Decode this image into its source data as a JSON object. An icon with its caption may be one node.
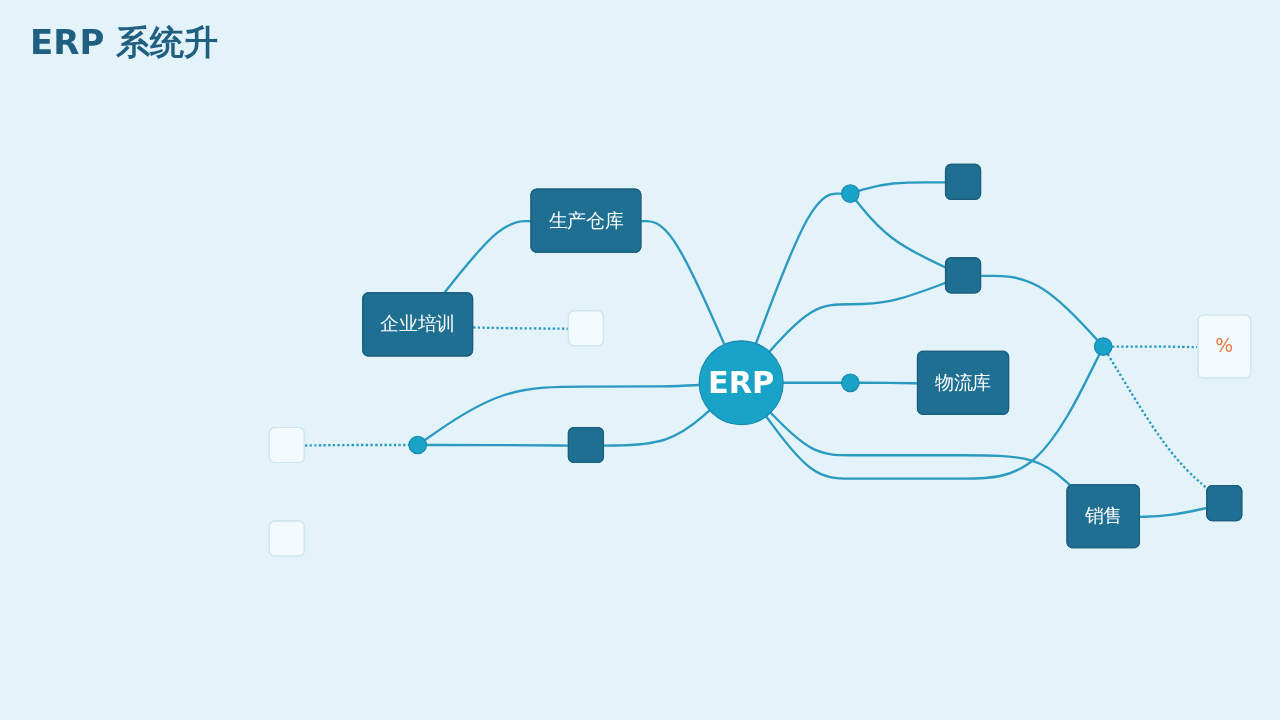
{
  "diagram": {
    "title": "ERP 系统升",
    "nodes": [
      {
        "text": [
          "ERP"
        ]
      },
      {
        "text": [
          "企业培训"
        ]
      },
      {
        "text": [
          "生产仓库"
        ]
      },
      {
        "text": [],
        "shape": "circle"
      },
      {
        "text": [],
        "shape": "circle"
      },
      {
        "text": [],
        "shape": "box"
      },
      {
        "text": [],
        "shape": "box"
      },
      {
        "text": [],
        "shape": "box"
      },
      {
        "text": [
          "物流库"
        ]
      },
      {
        "text": [],
        "shape": "circle"
      },
      {
        "text": [],
        "shape": "circle"
      },
      {
        "text": [
          "销售"
        ]
      },
      {
        "text": [],
        "shape": "box"
      },
      {
        "text": [
          "%"
        ]
      },
      {
        "text": [],
        "shape": "box"
      },
      {
        "text": [],
        "shape": "box"
      },
      {
        "text": [],
        "shape": "box"
      }
    ],
    "edges": [
      {
        "from": 1,
        "to": 2,
        "arrow": "none"
      },
      {
        "from": 1,
        "to": 14,
        "arrow": "none",
        "style": "dashed"
      },
      {
        "from": 2,
        "to": 0,
        "arrow": "none"
      },
      {
        "from": 15,
        "to": 3,
        "arrow": "none",
        "style": "dashed"
      },
      {
        "from": 3,
        "to": 0,
        "arrow": "none"
      },
      {
        "from": 3,
        "to": 5,
        "arrow": "none"
      },
      {
        "from": 5,
        "to": 0,
        "arrow": "none"
      },
      {
        "from": 0,
        "to": 4,
        "arrow": "none"
      },
      {
        "from": 4,
        "to": 6,
        "arrow": "none"
      },
      {
        "from": 4,
        "to": 7,
        "arrow": "none"
      },
      {
        "from": 0,
        "to": 7,
        "arrow": "none"
      },
      {
        "from": 0,
        "to": 9,
        "arrow": "none"
      },
      {
        "from": 9,
        "to": 8,
        "arrow": "none"
      },
      {
        "from": 0,
        "to": 11,
        "arrow": "none"
      },
      {
        "from": 0,
        "to": 10,
        "arrow": "none"
      },
      {
        "from": 7,
        "to": 10,
        "arrow": "none"
      },
      {
        "from": 10,
        "to": 13,
        "arrow": "none",
        "style": "dashed"
      },
      {
        "from": 10,
        "to": 12,
        "arrow": "none",
        "style": "dashed"
      },
      {
        "from": 11,
        "to": 12,
        "arrow": "none"
      }
    ]
  }
}
